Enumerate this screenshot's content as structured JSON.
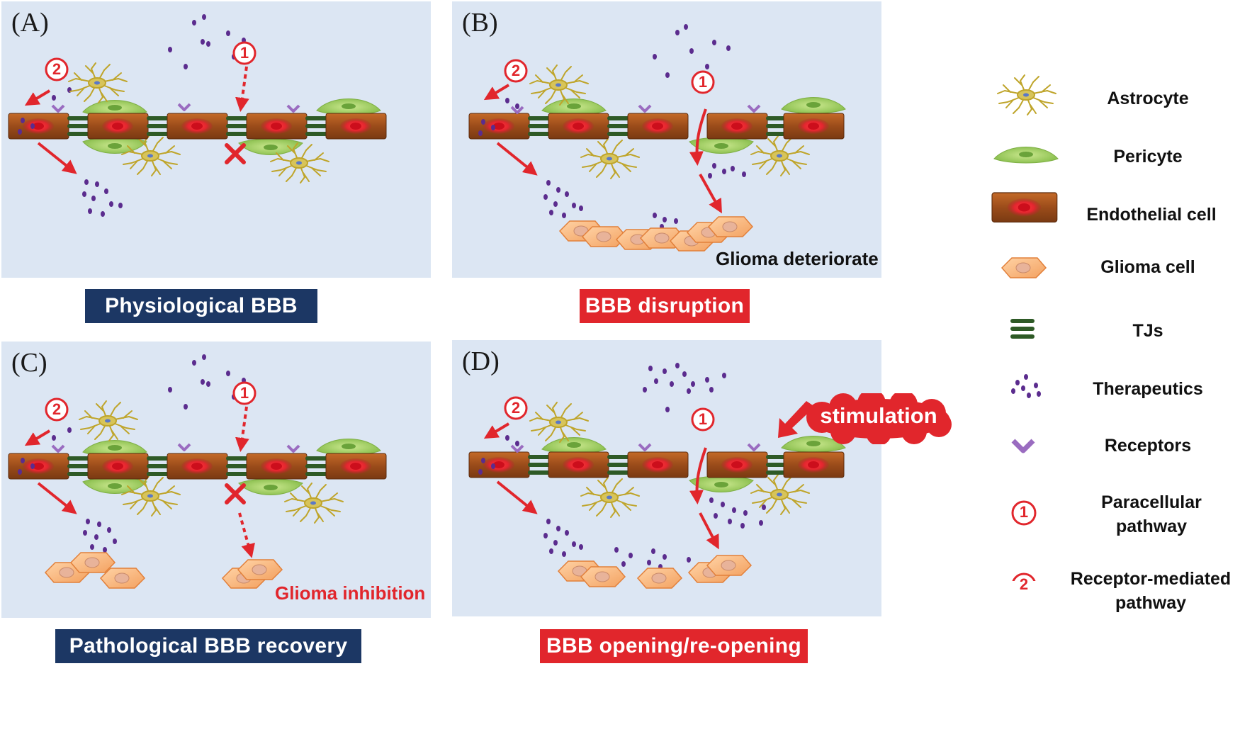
{
  "panels": {
    "a": {
      "label": "(A)",
      "caption": "Physiological BBB"
    },
    "b": {
      "label": "(B)",
      "caption": "BBB disruption",
      "note": "Glioma deteriorate"
    },
    "c": {
      "label": "(C)",
      "caption": "Pathological BBB recovery",
      "note": "Glioma inhibition"
    },
    "d": {
      "label": "(D)",
      "caption": "BBB opening/re-opening",
      "stimulus": "stimulation"
    }
  },
  "pathway_markers": {
    "one": "1",
    "two": "2"
  },
  "legend": {
    "astrocyte": "Astrocyte",
    "pericyte": "Pericyte",
    "endothelial": "Endothelial cell",
    "glioma": "Glioma cell",
    "tjs": "TJs",
    "therapeutics": "Therapeutics",
    "receptors": "Receptors",
    "paracellular": [
      "Paracellular",
      "pathway"
    ],
    "receptor_mediated": [
      "Receptor-mediated",
      "pathway"
    ]
  },
  "colors": {
    "panel_bg": "#dce6f3",
    "navy": "#1c3764",
    "red": "#e1262c",
    "endothelial": "#a8531c",
    "nucleus": "#e3262f",
    "tj": "#2e5a26",
    "pericyte": "#a9d56b",
    "astrocyte": "#c9b43a",
    "glioma": "#f4a765",
    "drug": "#5b2c8e",
    "receptor": "#9a6cc0"
  }
}
